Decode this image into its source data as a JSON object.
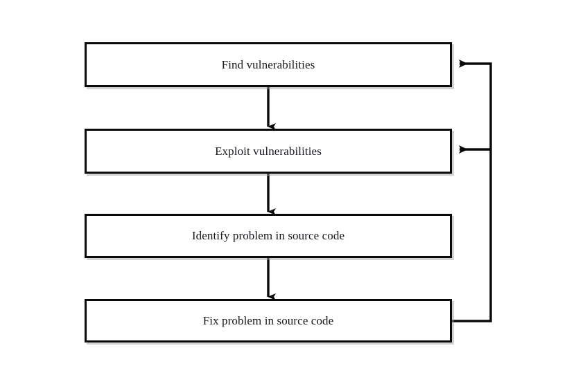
{
  "diagram": {
    "title": "Vulnerability remediation cycle flowchart",
    "type": "flowchart",
    "background_color": "#ffffff",
    "stroke_color": "#0a0a0a",
    "text_color": "#17171d",
    "nodes": [
      {
        "id": "find",
        "label": "Find vulnerabilities",
        "shape": "rectangle",
        "order": 1
      },
      {
        "id": "exploit",
        "label": "Exploit vulnerabilities",
        "shape": "rectangle",
        "order": 2
      },
      {
        "id": "identify",
        "label": "Identify problem in source code",
        "shape": "rectangle",
        "order": 3
      },
      {
        "id": "fix",
        "label": "Fix problem in source code",
        "shape": "rectangle",
        "order": 4
      }
    ],
    "edges": [
      {
        "id": "e1",
        "from": "find",
        "to": "exploit",
        "kind": "forward",
        "direction": "down"
      },
      {
        "id": "e2",
        "from": "exploit",
        "to": "identify",
        "kind": "forward",
        "direction": "down"
      },
      {
        "id": "e3",
        "from": "identify",
        "to": "fix",
        "kind": "forward",
        "direction": "down"
      },
      {
        "id": "e4",
        "from": "fix",
        "to": "find",
        "kind": "feedback",
        "direction": "right-up-left"
      },
      {
        "id": "e5",
        "from": "fix",
        "to": "exploit",
        "kind": "feedback",
        "direction": "branch-left"
      }
    ]
  }
}
